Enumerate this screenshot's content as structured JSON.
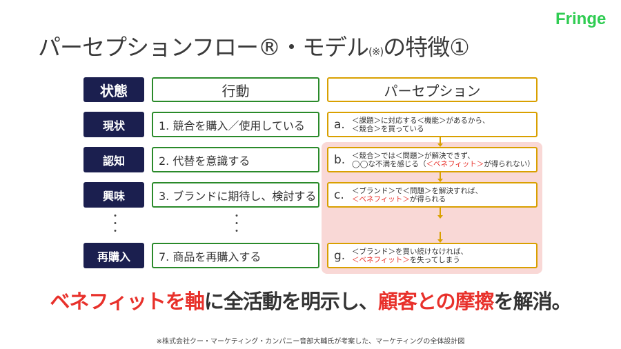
{
  "logo": "Fringe",
  "title": {
    "main": "パーセプションフロー®・モデル",
    "note": "(※)",
    "suffix": "の特徴①"
  },
  "headers": {
    "state": "状態",
    "action": "行動",
    "perception": "パーセプション"
  },
  "rows": [
    {
      "state": "現状",
      "action": "1. 競合を購入／使用している",
      "letter": "a.",
      "line1": "＜課題＞に対応する＜機能＞があるから、",
      "line2_pre": "＜競合＞を買っている",
      "line2_red": "",
      "line2_post": ""
    },
    {
      "state": "認知",
      "action": "2. 代替を意識する",
      "letter": "b.",
      "line1": "＜競合＞では＜問題＞が解決できず、",
      "line2_pre": "◯◯な不満を感じる（",
      "line2_red": "＜ベネフィット＞",
      "line2_post": "が得られない）"
    },
    {
      "state": "興味",
      "action": "3. ブランドに期待し、検討する",
      "letter": "c.",
      "line1": "＜ブランド＞で＜問題＞を解決すれば、",
      "line2_pre": "",
      "line2_red": "＜ベネフィット＞",
      "line2_post": "が得られる"
    },
    {
      "state": "再購入",
      "action": "7. 商品を再購入する",
      "letter": "g.",
      "line1": "＜ブランド＞を買い続けなければ、",
      "line2_pre": "",
      "line2_red": "＜ベネフィット＞",
      "line2_post": "を失ってしまう"
    }
  ],
  "ellipsis": "・\n・\n・",
  "message": {
    "red1": "ベネフィットを軸",
    "mid": "に全活動を明示し、",
    "red2": "顧客との摩擦",
    "end": "を解消。"
  },
  "footnote": "※株式会社クー・マーケティング・カンパニー音部大輔氏が考案した、マーケティングの全体設計図",
  "colors": {
    "navy": "#1b1f4f",
    "green": "#2a8a2a",
    "gold": "#d9a000",
    "red": "#e8312b",
    "pink": "#f9d8d6",
    "logo": "#2fcc52"
  }
}
